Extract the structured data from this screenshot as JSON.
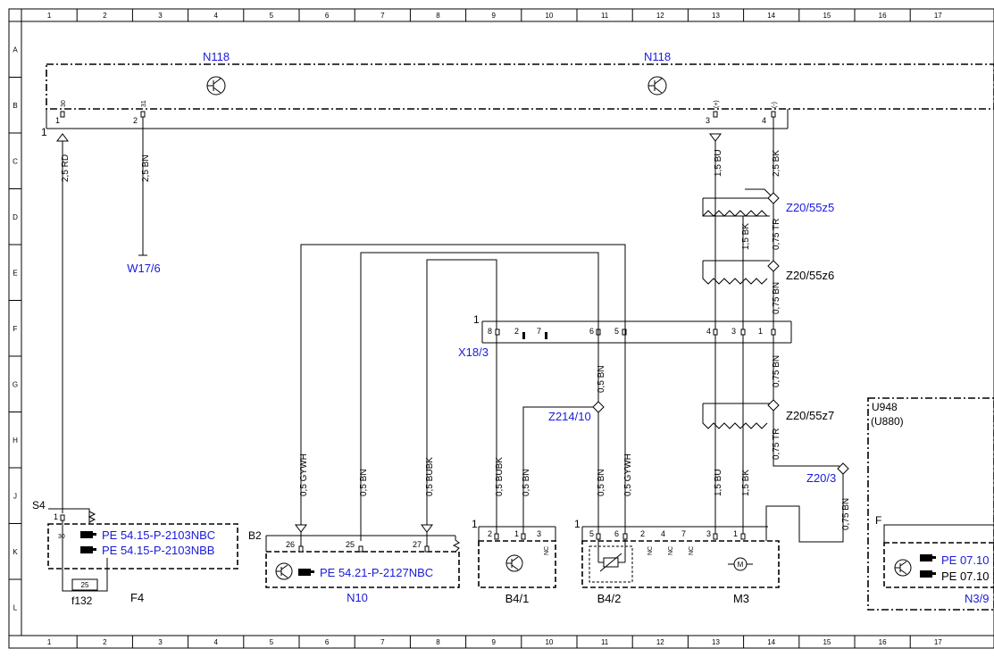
{
  "grid": {
    "columns": [
      "1",
      "2",
      "3",
      "4",
      "5",
      "6",
      "7",
      "8",
      "9",
      "10",
      "11",
      "12",
      "13",
      "14",
      "15",
      "16",
      "17"
    ],
    "rows": [
      "A",
      "B",
      "C",
      "D",
      "E",
      "F",
      "G",
      "H",
      "J",
      "K",
      "L"
    ]
  },
  "components": {
    "n118_left": "N118",
    "n118_right": "N118",
    "w17": "W17/6",
    "x18": "X18/3",
    "z214": "Z214/10",
    "z20_55z5": "Z20/55z5",
    "z20_55z6": "Z20/55z6",
    "z20_55z7": "Z20/55z7",
    "z20_3": "Z20/3",
    "u948": "U948",
    "u880": "(U880)",
    "s4": "S4",
    "f4": "F4",
    "f132": "f132",
    "b2": "B2",
    "n10": "N10",
    "b4_1": "B4/1",
    "b4_2": "B4/2",
    "m3": "M3",
    "n3": "N3/9",
    "f": "F"
  },
  "refs": {
    "s4_a": "PE 54.15-P-2103NBC",
    "s4_b": "PE 54.15-P-2103NBB",
    "n10": "PE 54.21-P-2127NBC",
    "n3_a": "PE 07.10",
    "n3_b": "PE 07.10"
  },
  "wires": {
    "rd": "2,5 RD",
    "bn25": "2,5 BN",
    "bu15": "1,5 BU",
    "bk25": "2,5 BK",
    "bk15": "1,5 BK",
    "tr075_a": "0,75 TR",
    "bn075_a": "0,75 BN",
    "bn075_b": "0,75 BN",
    "tr075_b": "0,75 TR",
    "bn075_c": "0,75 BN",
    "bn05_a": "0,5 BN",
    "gywh_a": "0,5 GYWH",
    "bn05_b": "0,5 BN",
    "bubk_a": "0,5 BUBK",
    "bubk_b": "0,5 BUBK",
    "bn05_c": "0,5 BN",
    "bn05_d": "0,5 BN",
    "gywh_b": "0,5 GYWH",
    "bu15_b": "1,5 BU",
    "bk15_b": "1,5 BK"
  },
  "pins": {
    "n118_1": "1",
    "n118_2": "2",
    "n118_3": "3",
    "n118_4": "4",
    "n118_p30": "30",
    "n118_p31": "31",
    "n118_pp": "(+)",
    "n118_pm": "(-)",
    "n118_one": "1",
    "x18_one": "1",
    "x18_8": "8",
    "x18_2": "2",
    "x18_7": "7",
    "x18_6": "6",
    "x18_5": "5",
    "x18_4": "4",
    "x18_3": "3",
    "x18_1": "1",
    "s4_1": "1",
    "s4_30": "30",
    "f132_25": "25",
    "b2_26": "26",
    "b2_25": "25",
    "b2_27": "27",
    "b41_one": "1",
    "b41_2": "2",
    "b41_1": "1",
    "b41_3": "3",
    "nc": "NC",
    "m3_one": "1",
    "m3_5": "5",
    "m3_6": "6",
    "m3_2": "2",
    "m3_4": "4",
    "m3_7": "7",
    "m3_3": "3",
    "m3_1": "1"
  },
  "icons": [
    "transistor-icon",
    "hand-pointer-icon",
    "motor-icon",
    "resistor-icon",
    "fuse-icon",
    "ground-arrow-icon"
  ]
}
